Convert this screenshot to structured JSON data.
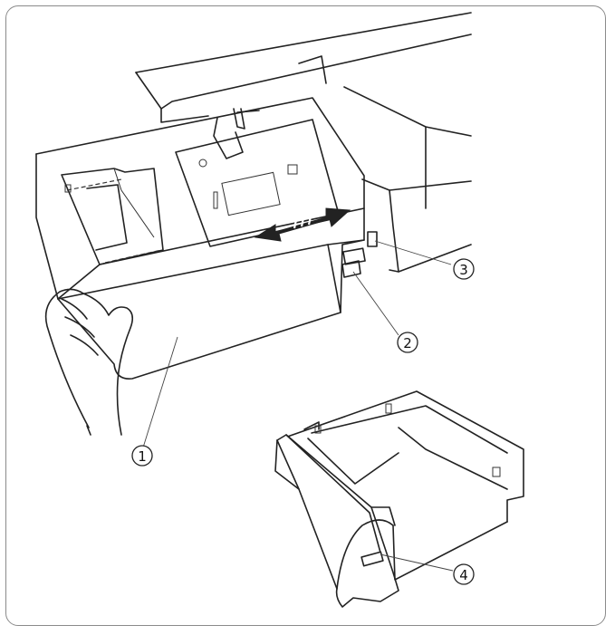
{
  "callouts": {
    "c1": "1",
    "c2": "2",
    "c3": "3",
    "c4": "4"
  },
  "colors": {
    "ink": "#222222",
    "frame": "#8a8a8a",
    "background": "#ffffff"
  }
}
